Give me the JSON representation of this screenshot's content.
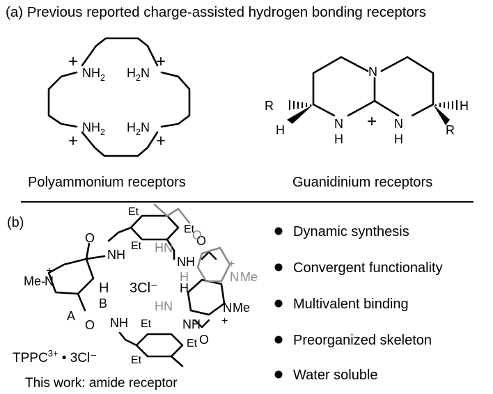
{
  "panel_a": {
    "title": "(a)  Previous reported charge-assisted hydrogen bonding receptors",
    "polyammonium": {
      "nh2": "NH",
      "h2n": "H",
      "h2n_n": "N",
      "sub2": "2",
      "plus": "+",
      "caption": "Polyammonium receptors"
    },
    "guanidinium": {
      "n": "N",
      "nh": "N",
      "h": "H",
      "r": "R",
      "plus": "+",
      "caption": "Guanidinium receptors"
    }
  },
  "panel_b": {
    "label": "(b)",
    "et": "Et",
    "o": "O",
    "nh": "NH",
    "hn": "HN",
    "h": "H",
    "n": "N",
    "me": "Me",
    "me_dash": "Me-",
    "plus": "+",
    "counterion": "3Cl⁻",
    "label_a": "A",
    "label_b": "B",
    "compound": {
      "name": "TPPC",
      "charge": "3+",
      "bullet": " • ",
      "salt": "3Cl⁻"
    },
    "caption": "This work: amide receptor",
    "features": [
      "Dynamic synthesis",
      "Convergent functionality",
      "Multivalent binding",
      "Preorganized skeleton",
      "Water soluble"
    ]
  },
  "colors": {
    "ink": "#000000",
    "gray": "#8a8a8a"
  }
}
